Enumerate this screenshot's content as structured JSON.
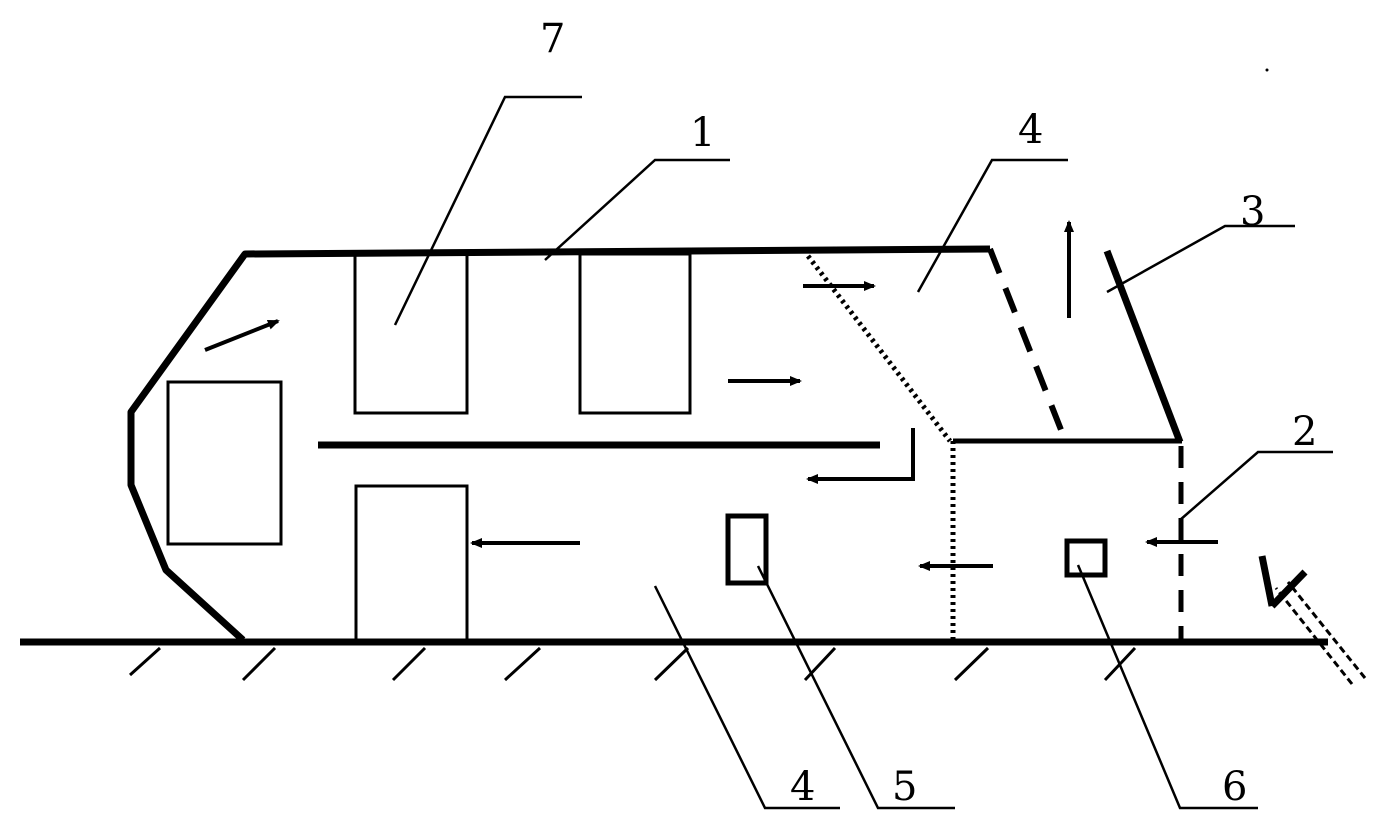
{
  "labels": {
    "roof_shell": "1",
    "side_inlet": "2",
    "exhaust_vent": "3",
    "upper_chamber": "4",
    "lower_chamber": "4",
    "sensor_left": "5",
    "sensor_right": "6",
    "upper_block": "7"
  },
  "colors": {
    "stroke": "#000000",
    "background": "#ffffff"
  }
}
